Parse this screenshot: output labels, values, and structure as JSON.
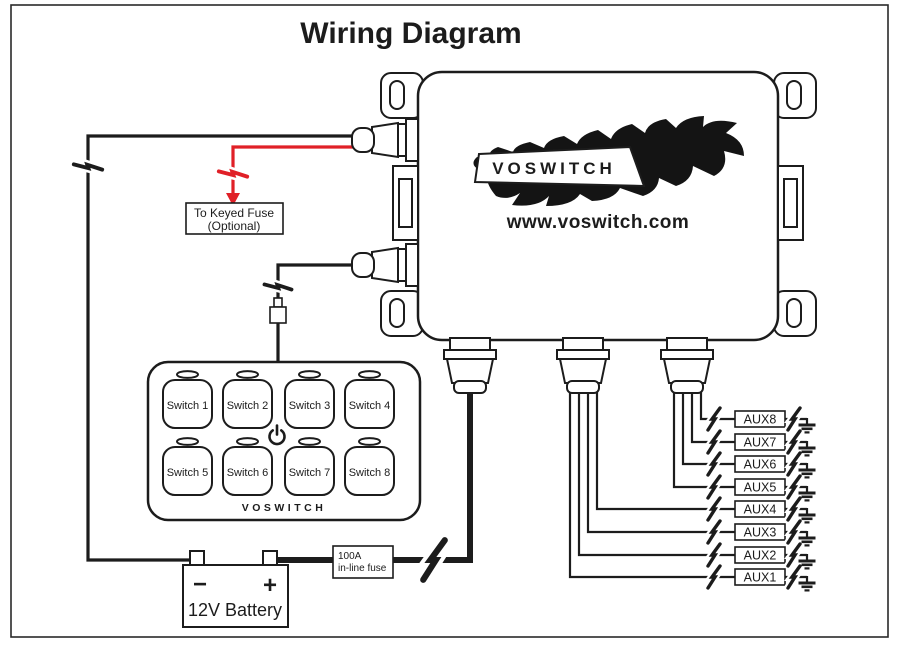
{
  "title": "Wiring Diagram",
  "colors": {
    "wire_red": "#e02027",
    "ink": "#1c1c1c"
  },
  "control_box": {
    "brand": "VOSWITCH",
    "website": "www.voswitch.com"
  },
  "keyed_fuse_note": {
    "line1": "To Keyed Fuse",
    "line2": "(Optional)"
  },
  "switch_panel": {
    "brand": "VOSWITCH",
    "switches": [
      "Switch 1",
      "Switch 2",
      "Switch 3",
      "Switch 4",
      "Switch 5",
      "Switch 6",
      "Switch 7",
      "Switch 8"
    ]
  },
  "battery": {
    "label": "12V Battery",
    "negative": "−",
    "positive": "+"
  },
  "inline_fuse": {
    "line1": "100A",
    "line2": "in-line fuse"
  },
  "aux_outputs": [
    "AUX8",
    "AUX7",
    "AUX6",
    "AUX5",
    "AUX4",
    "AUX3",
    "AUX2",
    "AUX1"
  ]
}
